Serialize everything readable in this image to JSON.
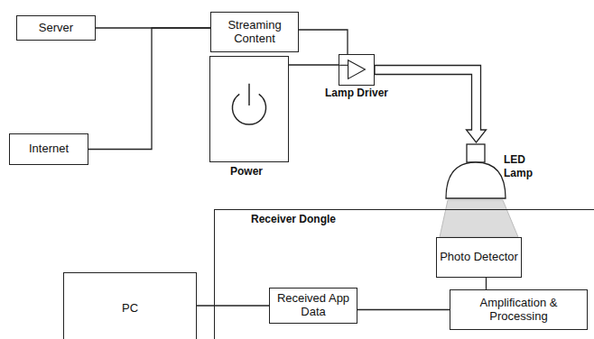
{
  "diagram": {
    "nodes": [
      {
        "text": [
          "Server"
        ]
      },
      {
        "text": [
          "Internet"
        ]
      },
      {
        "text": [
          "Streaming Content"
        ]
      },
      {
        "text": [
          "Power"
        ]
      },
      {
        "text": [
          "Lamp Driver"
        ]
      },
      {
        "text": [
          "LED Lamp"
        ]
      },
      {
        "text": [
          "Receiver Dongle"
        ]
      },
      {
        "text": [
          "Photo Detector"
        ],
        "in": 6
      },
      {
        "text": [
          "Amplification & Processing"
        ],
        "in": 6
      },
      {
        "text": [
          "Received App Data"
        ],
        "in": 6
      },
      {
        "text": [
          "PC"
        ]
      }
    ],
    "edges": [
      {
        "from": 0,
        "to": 2,
        "arrow": "none"
      },
      {
        "from": 1,
        "to": 2,
        "arrow": "none"
      },
      {
        "from": 2,
        "to": 4,
        "arrow": "to"
      },
      {
        "from": 3,
        "to": 4,
        "arrow": "none"
      },
      {
        "from": 4,
        "to": 5,
        "arrow": "to"
      },
      {
        "from": 5,
        "to": 7,
        "arrow": "none"
      },
      {
        "from": 7,
        "to": 8,
        "arrow": "none"
      },
      {
        "from": 8,
        "to": 9,
        "arrow": "none"
      },
      {
        "from": 9,
        "to": 10,
        "arrow": "none"
      }
    ]
  }
}
